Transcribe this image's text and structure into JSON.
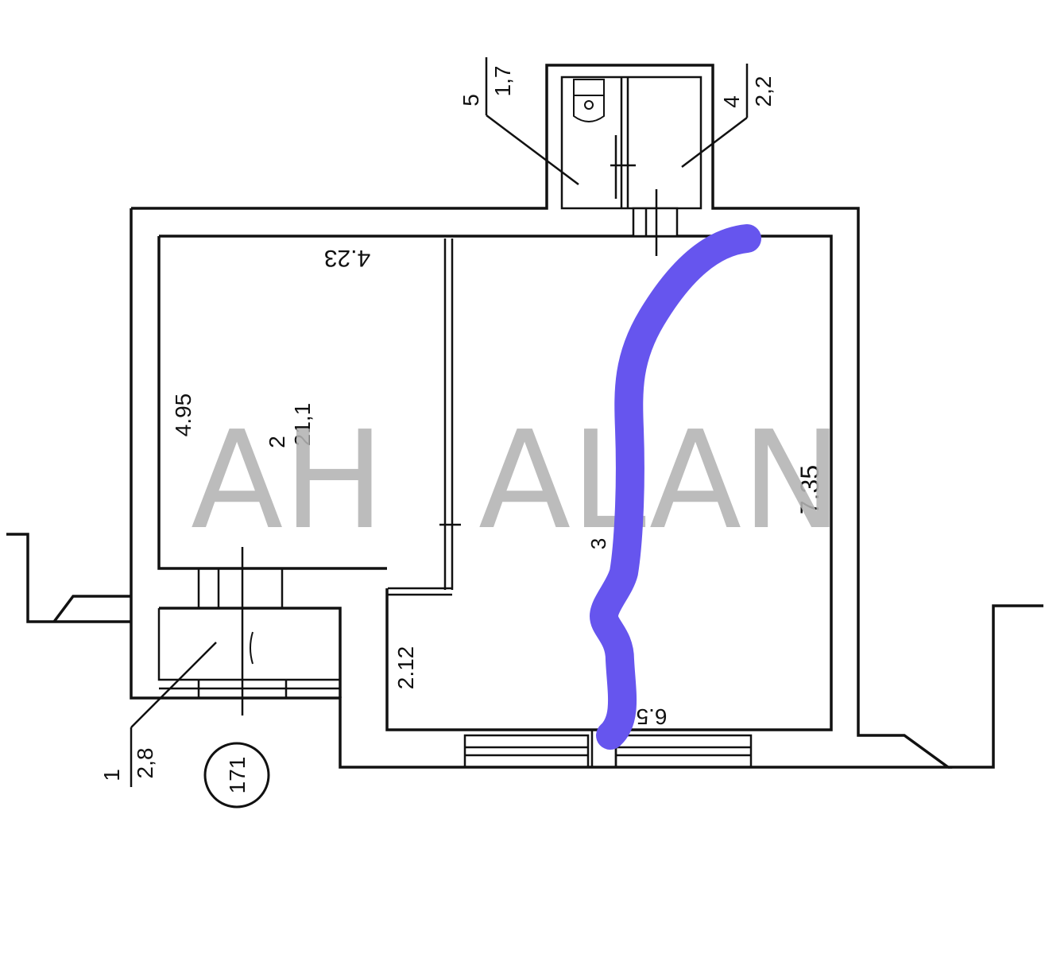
{
  "plan": {
    "room_1": {
      "number": "1",
      "area": "2,8"
    },
    "room_2": {
      "number": "2",
      "area": "21,1",
      "width": "4.23",
      "length": "4.95"
    },
    "room_3": {
      "number": "3",
      "area": "6.5",
      "length": "7.35",
      "width": "2.12"
    },
    "room_4": {
      "number": "4",
      "area": "2,2"
    },
    "room_5": {
      "number": "5",
      "area": "1,7"
    },
    "building_number": "171"
  },
  "watermark": {
    "left": "AH",
    "right": "ALAN"
  },
  "colors": {
    "wall": "#111111",
    "marker": "#6655ee",
    "watermark": "#b3b3b3"
  }
}
